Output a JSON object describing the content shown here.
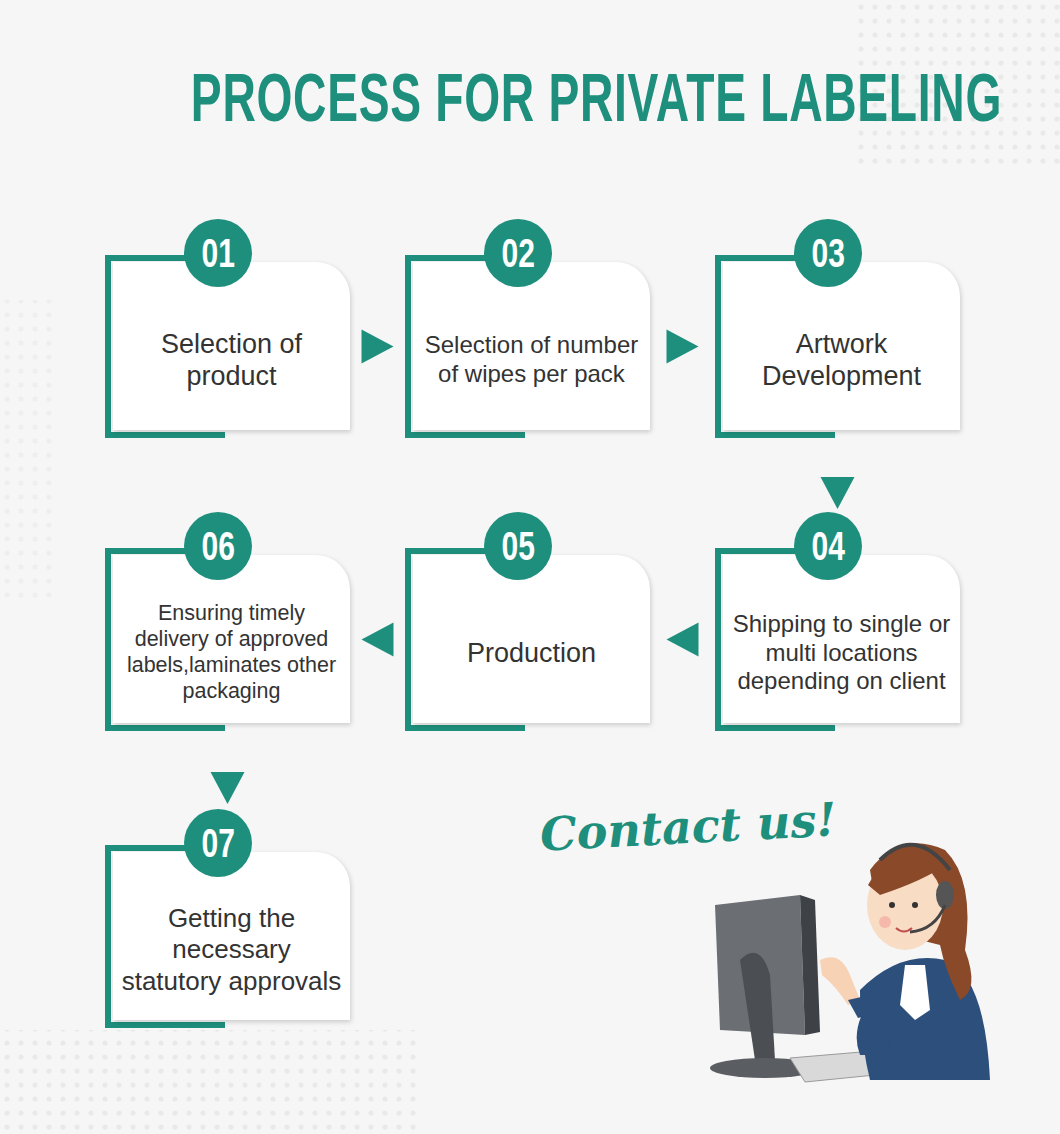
{
  "diagram": {
    "title": "PROCESS FOR PRIVATE LABELING",
    "nodes": [
      {
        "text": [
          "01",
          "Selection of product"
        ]
      },
      {
        "text": [
          "02",
          "Selection of number of wipes per pack"
        ]
      },
      {
        "text": [
          "03",
          "Artwork Development"
        ]
      },
      {
        "text": [
          "04",
          "Shipping to single or multi locations depending on client"
        ]
      },
      {
        "text": [
          "05",
          "Production"
        ]
      },
      {
        "text": [
          "06",
          "Ensuring timely delivery of approved labels,laminates other packaging"
        ]
      },
      {
        "text": [
          "07",
          "Getting the necessary statutory approvals"
        ]
      }
    ],
    "edges": [
      {
        "from": 0,
        "to": 1,
        "arrow": "to"
      },
      {
        "from": 1,
        "to": 2,
        "arrow": "to"
      },
      {
        "from": 2,
        "to": 3,
        "arrow": "to"
      },
      {
        "from": 3,
        "to": 4,
        "arrow": "to"
      },
      {
        "from": 4,
        "to": 5,
        "arrow": "to"
      },
      {
        "from": 5,
        "to": 6,
        "arrow": "to"
      }
    ],
    "labels": [
      "Contact us!"
    ]
  }
}
